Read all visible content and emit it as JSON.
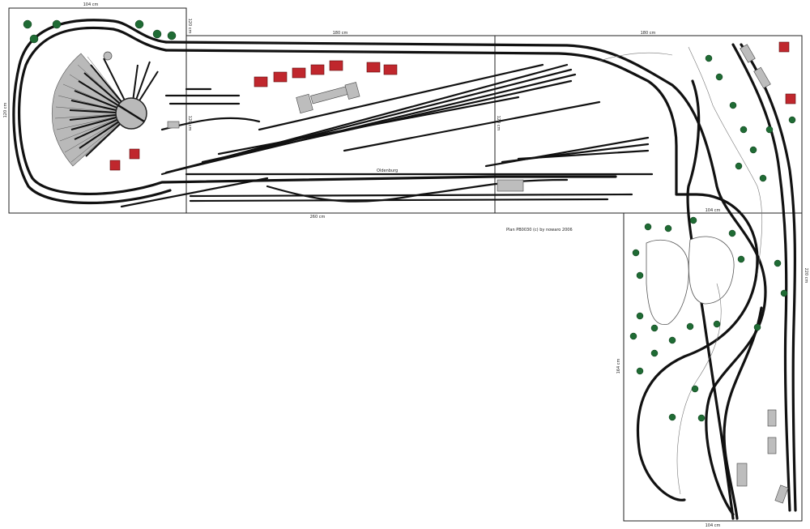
{
  "plan": {
    "title": "Plan PB0030 (c) by nowaro 2006",
    "station_name": "Oldenburg"
  },
  "dimensions": {
    "top_left_board": "104 cm",
    "top_middle_board": "180 cm",
    "top_right_board": "180 cm",
    "bottom_long": "260 cm",
    "left_side": "120 cm",
    "divider_1": "120 cm",
    "divider_2": "120 cm",
    "leg_top": "104 cm",
    "leg_left": "164 cm",
    "leg_right": "220 cm",
    "leg_bottom": "104 cm"
  },
  "colors": {
    "house": "#c0272d",
    "tree": "#1f6b34",
    "shed": "#bdbdbd",
    "track": "#111111"
  }
}
